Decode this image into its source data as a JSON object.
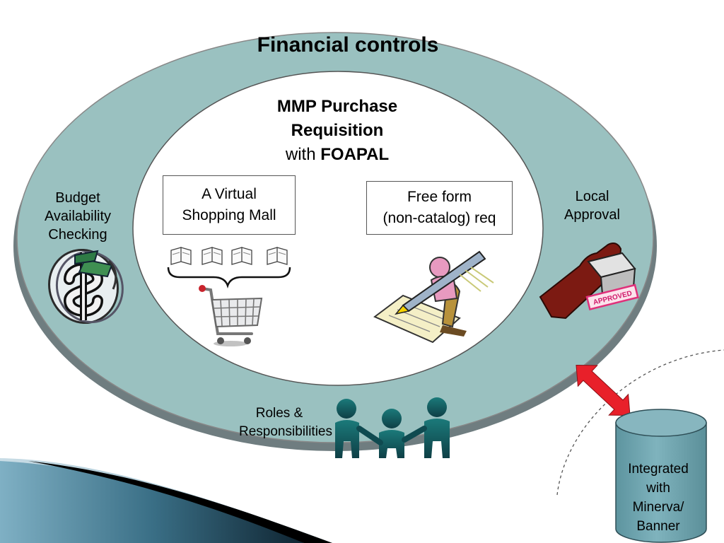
{
  "outer_title": "Financial controls",
  "inner": {
    "title_line1": "MMP Purchase",
    "title_line2": "Requisition",
    "title_with": "with ",
    "title_foapal": "FOAPAL"
  },
  "boxes": {
    "mall_line1": "A Virtual",
    "mall_line2": "Shopping Mall",
    "free_line1": "Free form",
    "free_line2": "(non-catalog) req"
  },
  "side_labels": {
    "budget_line1": "Budget",
    "budget_line2": "Availability",
    "budget_line3": "Checking",
    "local_line1": "Local",
    "local_line2": "Approval",
    "roles_line1": "Roles &",
    "roles_line2": "Responsibilities"
  },
  "database": {
    "line1": "Integrated",
    "line2": "with",
    "line3": "Minerva/",
    "line4": "Banner"
  },
  "stamp_text": "APPROVED",
  "colors": {
    "ring": "#9ac1c0",
    "ring_shadow": "#6f7d80",
    "database": "#6fa3ad",
    "arrow": "#e8202a",
    "corner_swoosh": "#1b3a4b"
  },
  "icons": [
    "dollar-clipart-icon",
    "book-icon",
    "shopping-cart-icon",
    "writing-pen-clipart-icon",
    "approval-stamp-icon",
    "people-group-icon",
    "double-arrow-icon"
  ]
}
